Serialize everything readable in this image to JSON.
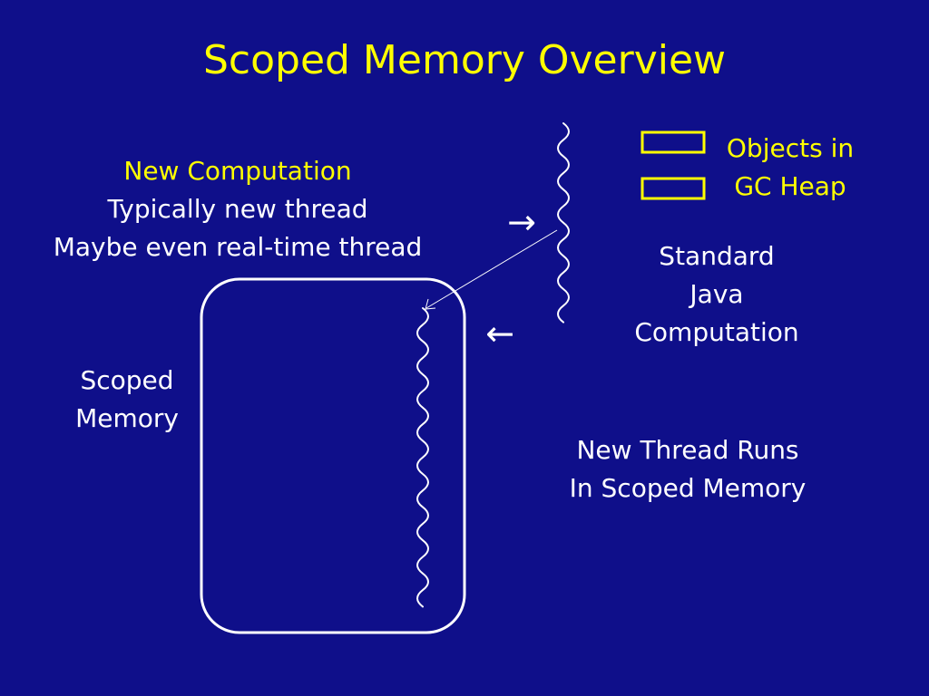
{
  "colors": {
    "background": "#0f0f8a",
    "accent": "#ffff00",
    "foreground": "#ffffff"
  },
  "title": "Scoped Memory Overview",
  "new_computation": {
    "line1": "New Computation",
    "line2": "Typically new thread",
    "line3": "Maybe even real-time thread"
  },
  "legend": {
    "line1": "Objects in",
    "line2": "GC Heap"
  },
  "standard_computation": {
    "line1": "Standard",
    "line2": "Java",
    "line3": "Computation"
  },
  "scoped_memory": {
    "line1": "Scoped",
    "line2": "Memory"
  },
  "new_thread_runs": {
    "line1": "New Thread Runs",
    "line2": "In Scoped Memory"
  },
  "arrows": {
    "right": "→",
    "left": "←"
  }
}
